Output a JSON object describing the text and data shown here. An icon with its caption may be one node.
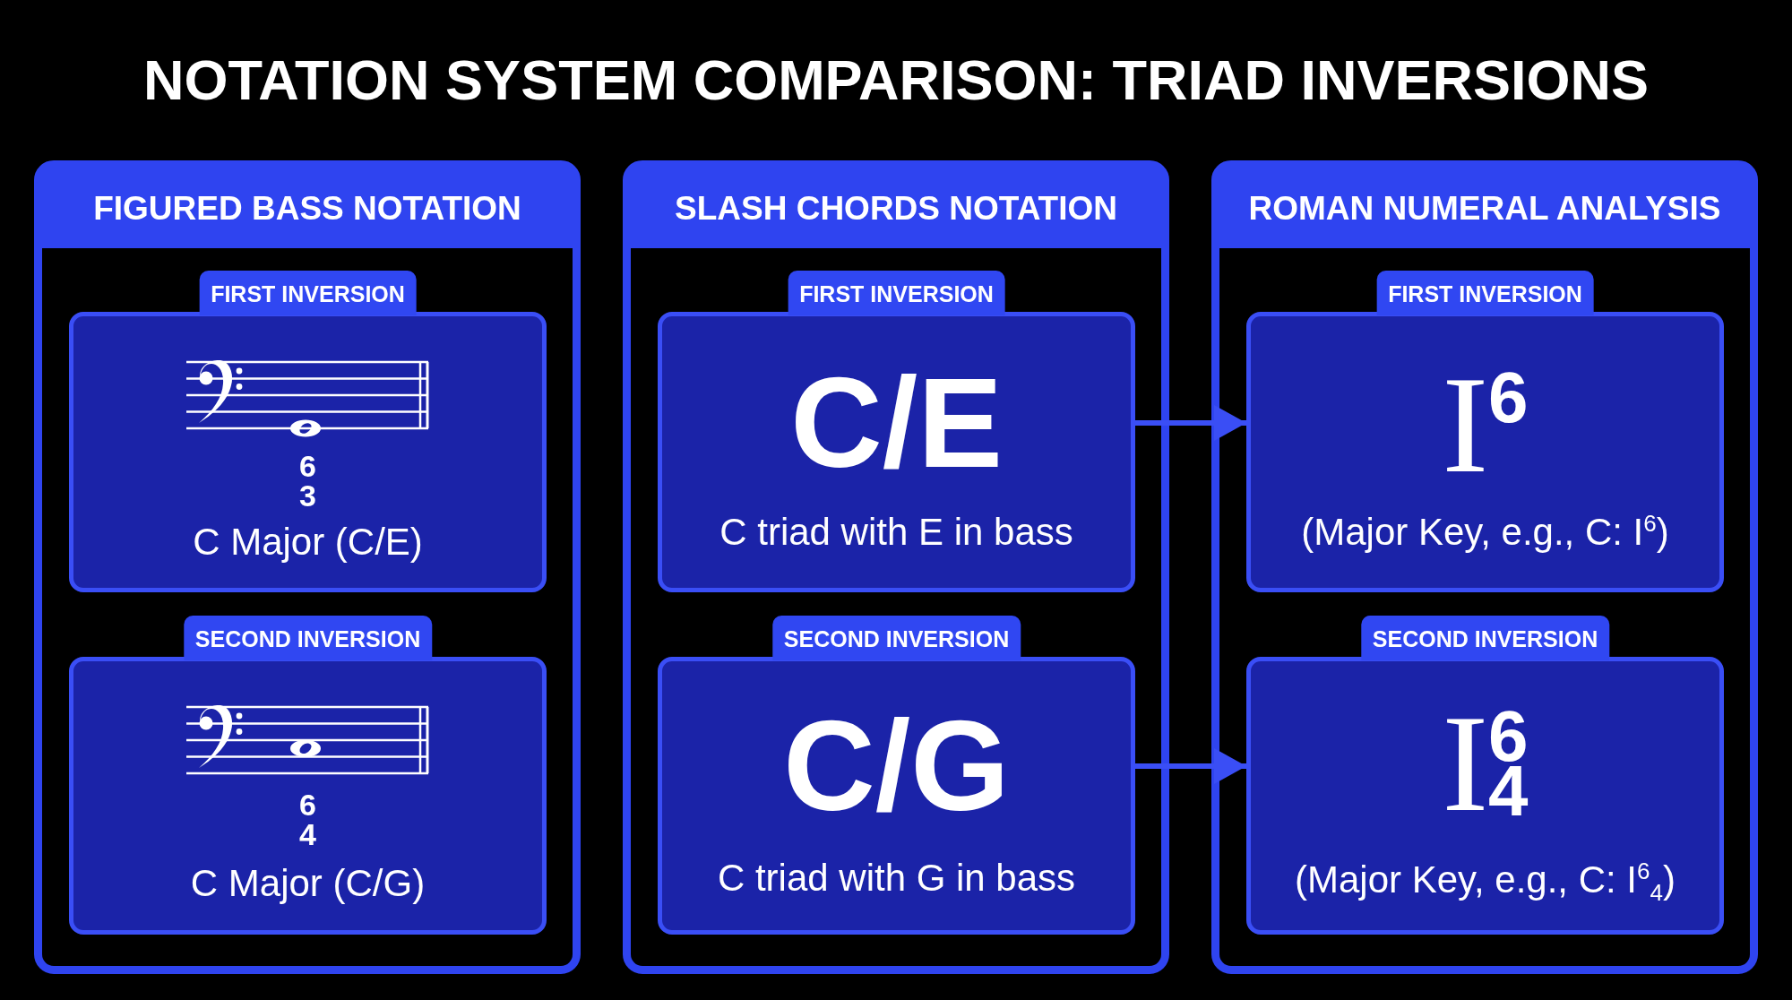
{
  "diagram": {
    "title": "NOTATION SYSTEM COMPARISON: TRIAD INVERSIONS",
    "nodes": [
      {
        "text": [
          "FIGURED BASS NOTATION"
        ]
      },
      {
        "text": [
          "FIRST INVERSION",
          "6 3",
          "C Major (C/E)"
        ],
        "in": 0
      },
      {
        "text": [
          "SECOND INVERSION",
          "6 4",
          "C Major (C/G)"
        ],
        "in": 0
      },
      {
        "text": [
          "SLASH CHORDS NOTATION"
        ]
      },
      {
        "text": [
          "FIRST INVERSION",
          "C/E",
          "C triad with E in bass"
        ],
        "in": 3
      },
      {
        "text": [
          "SECOND INVERSION",
          "C/G",
          "C triad with G in bass"
        ],
        "in": 3
      },
      {
        "text": [
          "ROMAN NUMERAL ANALYSIS"
        ]
      },
      {
        "text": [
          "FIRST INVERSION",
          "I$^{6}$",
          "(Major Key, e.g., C: I$^{6}$)"
        ],
        "in": 6
      },
      {
        "text": [
          "SECOND INVERSION",
          "I$^{6}$$_{4}$",
          "(Major Key, e.g., C: I$^{6}$$_{4}$)"
        ],
        "in": 6
      }
    ],
    "edges": [
      {
        "from": 4,
        "to": 7,
        "arrow": "to"
      },
      {
        "from": 5,
        "to": 8,
        "arrow": "to"
      }
    ]
  }
}
